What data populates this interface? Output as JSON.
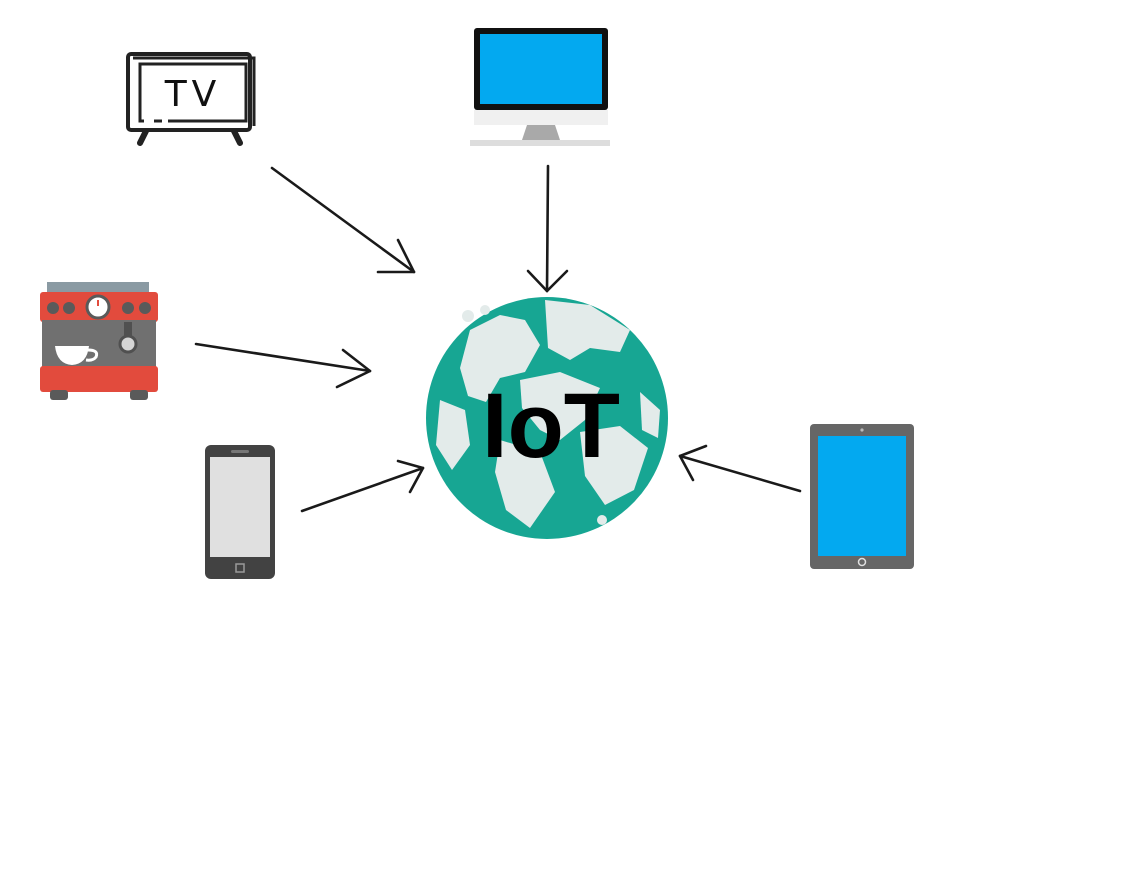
{
  "hub": {
    "label": "IoT",
    "icon": "globe-icon"
  },
  "devices": {
    "tv": {
      "label": "TV",
      "icon": "tv-icon"
    },
    "monitor": {
      "icon": "desktop-monitor-icon"
    },
    "coffee_machine": {
      "icon": "coffee-machine-icon"
    },
    "phone": {
      "icon": "smartphone-icon"
    },
    "tablet": {
      "icon": "tablet-icon"
    }
  },
  "connections": [
    {
      "from": "tv",
      "to": "hub"
    },
    {
      "from": "monitor",
      "to": "hub"
    },
    {
      "from": "coffee_machine",
      "to": "hub"
    },
    {
      "from": "phone",
      "to": "hub"
    },
    {
      "from": "tablet",
      "to": "hub"
    }
  ],
  "colors": {
    "globe": "#17a693",
    "land": "#e3ebea",
    "screen": "#03a9f0",
    "machine": "#e24b3d",
    "device_frame": "#444444",
    "arrow": "#1a1a1a"
  }
}
